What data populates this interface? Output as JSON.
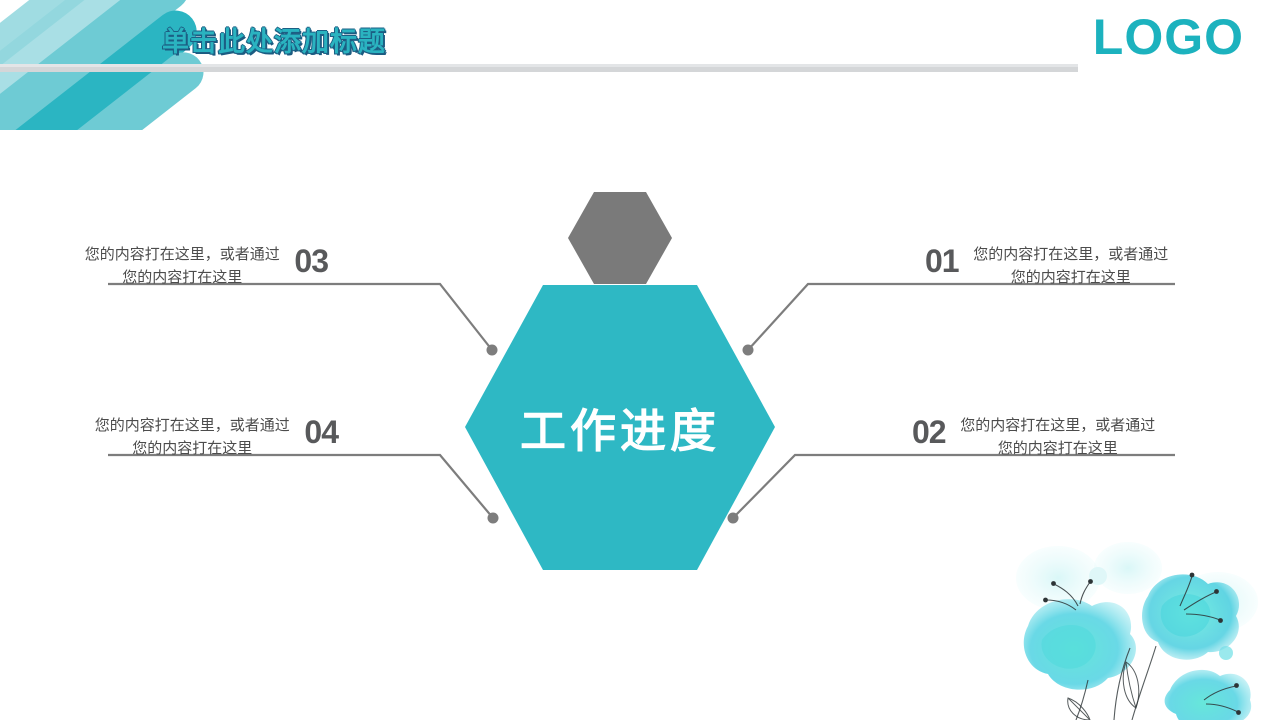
{
  "slide": {
    "title": "单击此处添加标题",
    "logo": "LOGO"
  },
  "colors": {
    "teal": "#2eb8c4",
    "teal_light": "#6ecbd4",
    "teal_pale": "#a9dfe5",
    "teal_dark": "#1cb2be",
    "title_outline": "#1c5f84",
    "gray_hex": "#7a7a7a",
    "connector": "#7d7d7d",
    "rule": "#d4d6d8",
    "number": "#58595b",
    "body_text": "#4c4c4c",
    "flower_cyan": "#3fd2d8",
    "flower_pale": "#c9f2f3"
  },
  "center": {
    "label": "工作进度",
    "accent_shape": "hexagon-gray"
  },
  "callouts": [
    {
      "number": "01",
      "side": "right",
      "text": "您的内容打在这里，或者通过您的内容打在这里"
    },
    {
      "number": "02",
      "side": "right",
      "text": "您的内容打在这里，或者通过您的内容打在这里"
    },
    {
      "number": "03",
      "side": "left",
      "text": "您的内容打在这里，或者通过您的内容打在这里"
    },
    {
      "number": "04",
      "side": "left",
      "text": "您的内容打在这里，或者通过您的内容打在这里"
    }
  ]
}
